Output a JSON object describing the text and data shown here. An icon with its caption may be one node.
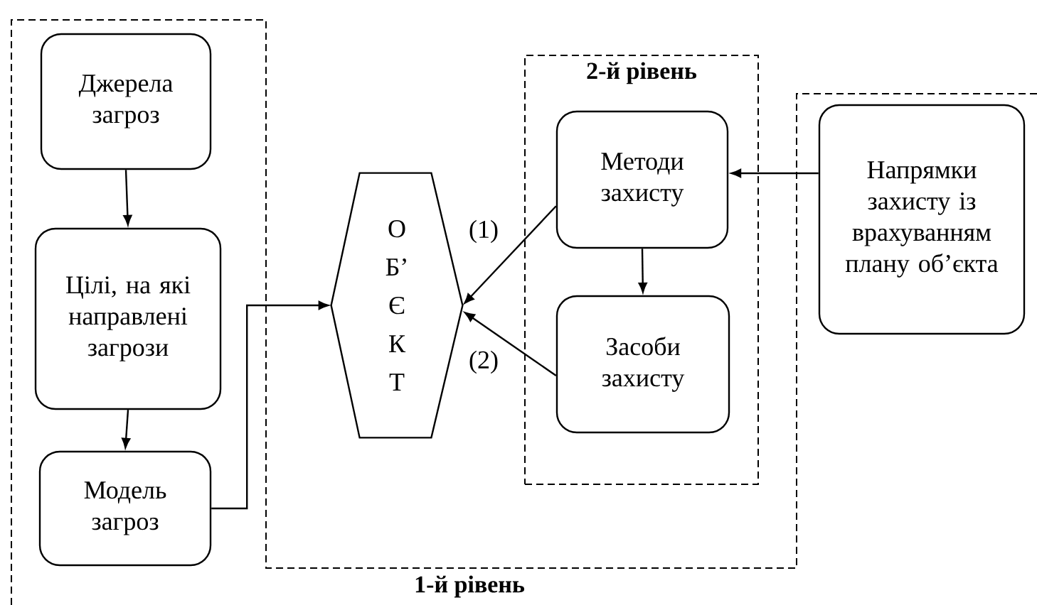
{
  "diagram": {
    "nodes": [
      {
        "text": [
          "Джерела загроз"
        ]
      },
      {
        "text": [
          "Цілі, на які направлені загрози"
        ]
      },
      {
        "text": [
          "Модель загроз"
        ]
      },
      {
        "text": [
          "О Б’ Є К Т"
        ]
      },
      {
        "text": [
          "2-й рівень"
        ]
      },
      {
        "text": [
          "Методи захисту"
        ],
        "in": 4
      },
      {
        "text": [
          "Засоби захисту"
        ],
        "in": 4
      },
      {
        "text": [
          "Напрямки захисту із врахуванням плану об’єкта"
        ]
      }
    ],
    "edges": [
      {
        "from": 0,
        "to": 1,
        "arrow": "to"
      },
      {
        "from": 1,
        "to": 2,
        "arrow": "to"
      },
      {
        "from": 2,
        "to": 3,
        "arrow": "to"
      },
      {
        "from": 5,
        "to": 6,
        "arrow": "to"
      },
      {
        "from": 5,
        "to": 3,
        "arrow": "to",
        "label": "(1)"
      },
      {
        "from": 6,
        "to": 3,
        "arrow": "to",
        "label": "(2)"
      },
      {
        "from": 7,
        "to": 5,
        "arrow": "to"
      }
    ],
    "labels": [
      "1-й рівень"
    ]
  }
}
